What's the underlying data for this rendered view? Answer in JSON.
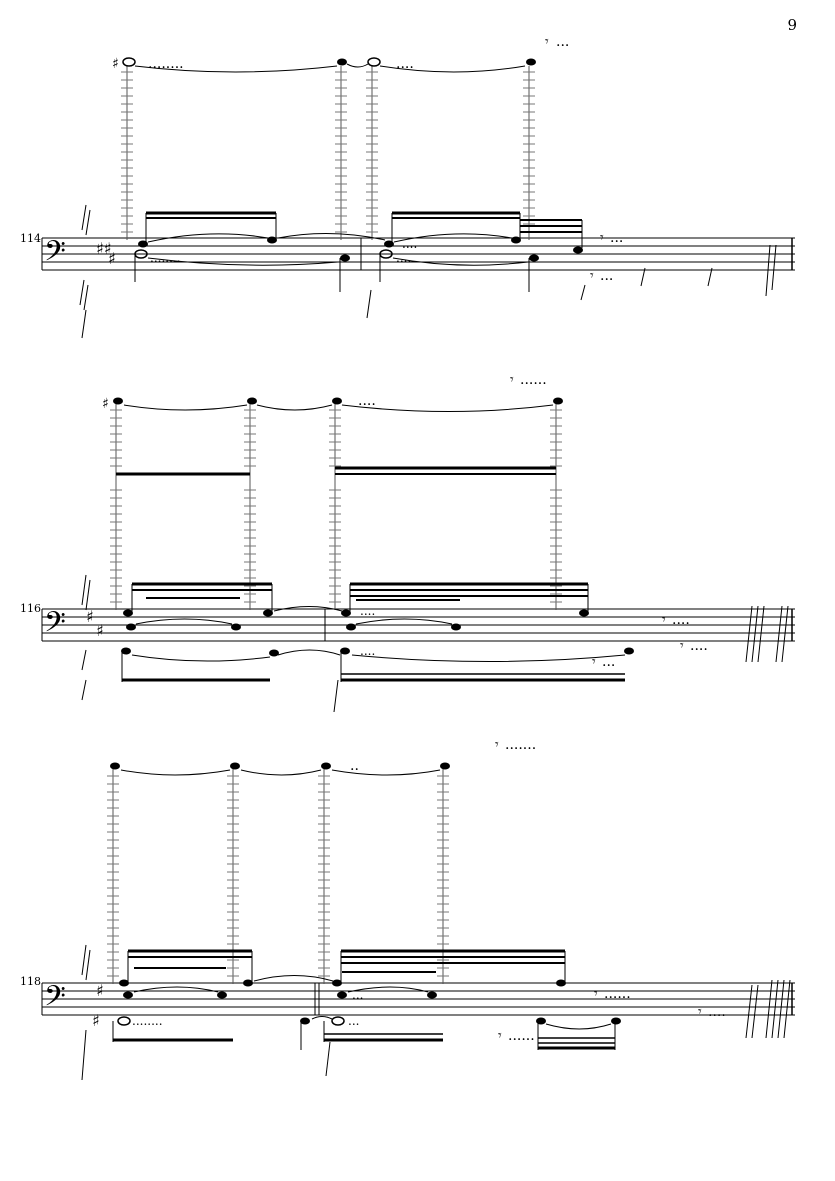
{
  "page": {
    "number": "9"
  },
  "systems": [
    {
      "measure": "114",
      "dots": {
        "high_a": "........",
        "high_b": "....",
        "high_rest": "...",
        "mid_a": "....",
        "mid_b": "...",
        "low_a": "........",
        "low_b": "....",
        "low_rest": "..."
      }
    },
    {
      "measure": "116",
      "dots": {
        "high_a": "....",
        "high_rest": "......",
        "mid_a": "....",
        "mid_rest": "....",
        "low_a": "....",
        "low_rest": "...",
        "low_rest2": "...."
      }
    },
    {
      "measure": "118",
      "dots": {
        "high_a": "..",
        "high_rest": ".......",
        "mid_a": "...",
        "mid_rest": "......",
        "low_a": "........",
        "low_b": "...",
        "low_rest": "......",
        "low_rest2": "...."
      }
    }
  ],
  "colors": {
    "ink": "#000000",
    "paper": "#ffffff",
    "ledger": "#777777"
  }
}
